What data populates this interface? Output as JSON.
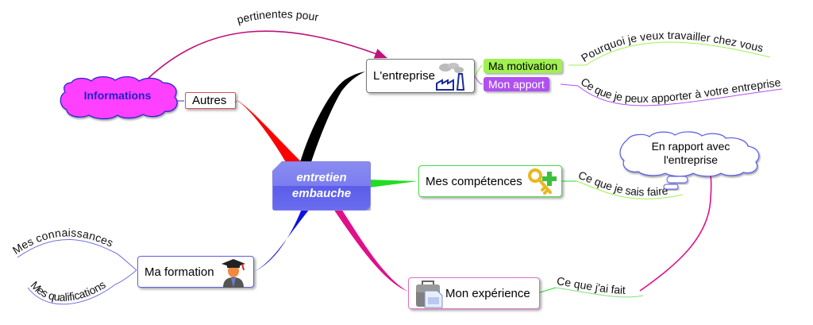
{
  "central": {
    "line1": "entretien",
    "line2": "embauche"
  },
  "branches": {
    "entreprise": {
      "label": "L'entreprise",
      "icon": "factory-icon",
      "color": "#000000",
      "children": [
        {
          "label": "Ma motivation",
          "bg": "#a0f050",
          "fg": "#000000",
          "detail": "Pourquoi je veux travailler chez vous"
        },
        {
          "label": "Mon apport",
          "bg": "#b050f0",
          "fg": "#ffffff",
          "detail": "Ce que je peux apporter à votre entreprise"
        }
      ]
    },
    "competences": {
      "label": "Mes compétences",
      "icon": "key-plus-icon",
      "color": "#22dd22",
      "detail": "Ce que je sais faire"
    },
    "experience": {
      "label": "Mon expérience",
      "icon": "briefcase-document-icon",
      "color": "#e0108a",
      "detail": "Ce que j'ai fait"
    },
    "formation": {
      "label": "Ma formation",
      "icon": "graduate-icon",
      "color": "#1010e0",
      "children": [
        "Mes connaissances",
        "Mes qualifications"
      ]
    },
    "autres": {
      "label": "Autres",
      "color": "#ff0000",
      "child": "Informations"
    }
  },
  "relation": {
    "label": "pertinentes pour",
    "color": "#c0107a"
  },
  "callout": {
    "line1": "En rapport  avec",
    "line2": "l'entreprise",
    "arrow_color": "#e0108a"
  }
}
